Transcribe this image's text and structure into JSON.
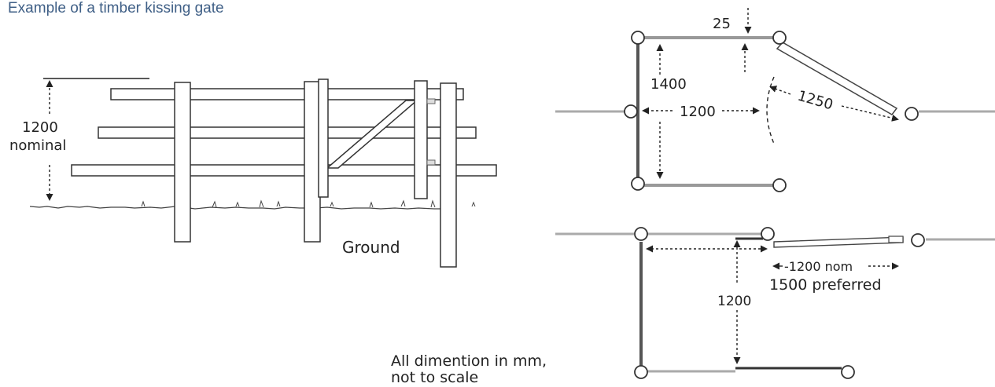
{
  "caption": "Example of a timber kissing gate",
  "elevation": {
    "height_label_line1": "1200",
    "height_label_line2": "nominal",
    "ground_label": "Ground"
  },
  "plan_top": {
    "offset_label": "25",
    "depth_label": "1400",
    "width_label": "1200",
    "gate_swing_label": "1250"
  },
  "plan_bottom": {
    "opening_label": "-1200 nom",
    "preferred_label": "1500 preferred",
    "depth_label": "1200"
  },
  "note": {
    "line1": "All dimention in mm,",
    "line2": "not to scale"
  },
  "colors": {
    "caption": "#3f5f86",
    "line": "#333333",
    "rail": "#bdbdbd"
  }
}
